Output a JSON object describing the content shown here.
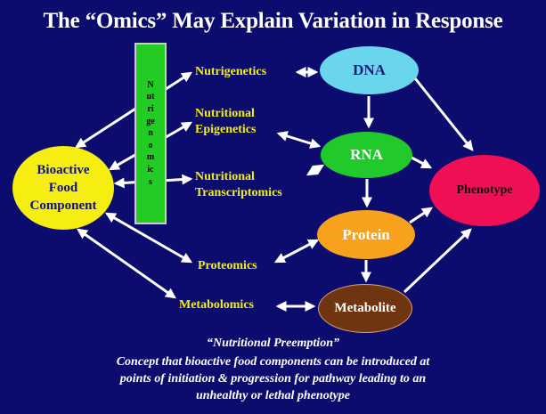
{
  "title": "The “Omics” May Explain Variation in Response",
  "sidebar_bar": {
    "text": "Nutrigenomics"
  },
  "nodes": {
    "bioactive": [
      "Bioactive",
      "Food",
      "Component"
    ],
    "dna": "DNA",
    "rna": "RNA",
    "protein": "Protein",
    "metabolite": "Metabolite",
    "phenotype": "Phenotype"
  },
  "labels": {
    "nutrigenetics": "Nutrigenetics",
    "epigenetics_1": "Nutritional",
    "epigenetics_2": "Epigenetics",
    "transcriptomics_1": "Nutritional",
    "transcriptomics_2": "Transcriptomics",
    "proteomics": "Proteomics",
    "metabolomics": "Metabolomics"
  },
  "caption": {
    "heading": "“Nutritional Preemption”",
    "line1": "Concept that bioactive food components can be introduced at",
    "line2": "points of initiation & progression for pathway leading to an",
    "line3": "unhealthy or lethal phenotype"
  },
  "colors": {
    "background": "#0c0c6e",
    "dna": "#69d6ee",
    "rna": "#22c92a",
    "protein": "#f7a11c",
    "metabolite": "#6e3510",
    "phenotype": "#f00f54",
    "bioactive": "#f5ee10",
    "nutrigenomics_bar": "#22cc22",
    "label_text": "#f1ee18",
    "arrows": "#ffffff"
  }
}
